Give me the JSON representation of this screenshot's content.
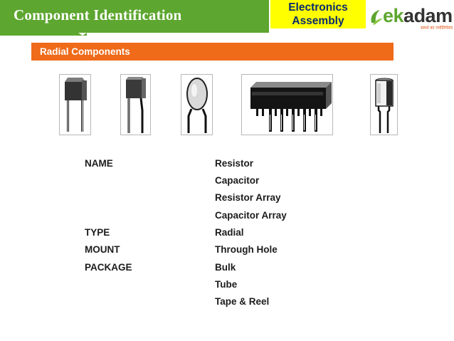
{
  "header": {
    "title": "Component Identification",
    "module_line1": "Electronics",
    "module_line2": "Assembly"
  },
  "logo": {
    "brand_k": "ek",
    "brand_rest": "adam",
    "tagline": "समर्थ का ज्योतिर्गमय"
  },
  "section": {
    "title": "Radial Components"
  },
  "components": [
    {
      "icon": "radial-resistor-icon"
    },
    {
      "icon": "radial-capacitor-icon"
    },
    {
      "icon": "disc-capacitor-icon"
    },
    {
      "icon": "resistor-array-icon"
    },
    {
      "icon": "electrolytic-capacitor-icon"
    }
  ],
  "specs": {
    "name_label": "NAME",
    "name_values": [
      "Resistor",
      "Capacitor",
      "Resistor Array",
      "Capacitor Array"
    ],
    "type_label": "TYPE",
    "type_value": "Radial",
    "mount_label": "MOUNT",
    "mount_value": "Through Hole",
    "package_label": "PACKAGE",
    "package_values": [
      "Bulk",
      "Tube",
      "Tape & Reel"
    ]
  },
  "colors": {
    "header_green": "#5da62f",
    "highlight_yellow": "#ffff00",
    "section_orange": "#ef6a19"
  }
}
